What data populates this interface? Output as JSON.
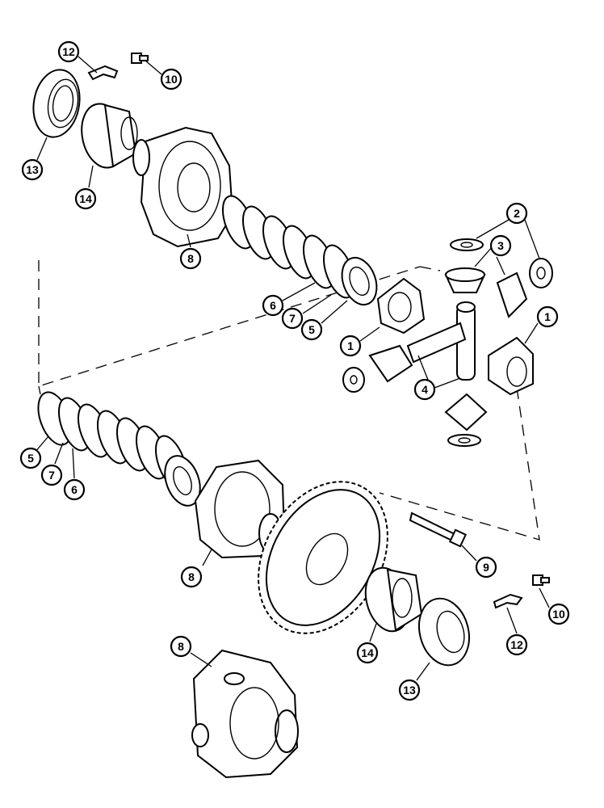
{
  "diagram": {
    "callouts": [
      {
        "id": "c12a",
        "label": "12"
      },
      {
        "id": "c10a",
        "label": "10"
      },
      {
        "id": "c13a",
        "label": "13"
      },
      {
        "id": "c14a",
        "label": "14"
      },
      {
        "id": "c8a",
        "label": "8"
      },
      {
        "id": "c2",
        "label": "2"
      },
      {
        "id": "c3",
        "label": "3"
      },
      {
        "id": "c6a",
        "label": "6"
      },
      {
        "id": "c7a",
        "label": "7"
      },
      {
        "id": "c5a",
        "label": "5"
      },
      {
        "id": "c1a",
        "label": "1"
      },
      {
        "id": "c1b",
        "label": "1"
      },
      {
        "id": "c4",
        "label": "4"
      },
      {
        "id": "c5b",
        "label": "5"
      },
      {
        "id": "c7b",
        "label": "7"
      },
      {
        "id": "c6b",
        "label": "6"
      },
      {
        "id": "c8b",
        "label": "8"
      },
      {
        "id": "c9",
        "label": "9"
      },
      {
        "id": "c10b",
        "label": "10"
      },
      {
        "id": "c12b",
        "label": "12"
      },
      {
        "id": "c14b",
        "label": "14"
      },
      {
        "id": "c13b",
        "label": "13"
      },
      {
        "id": "c8c",
        "label": "8"
      }
    ]
  }
}
